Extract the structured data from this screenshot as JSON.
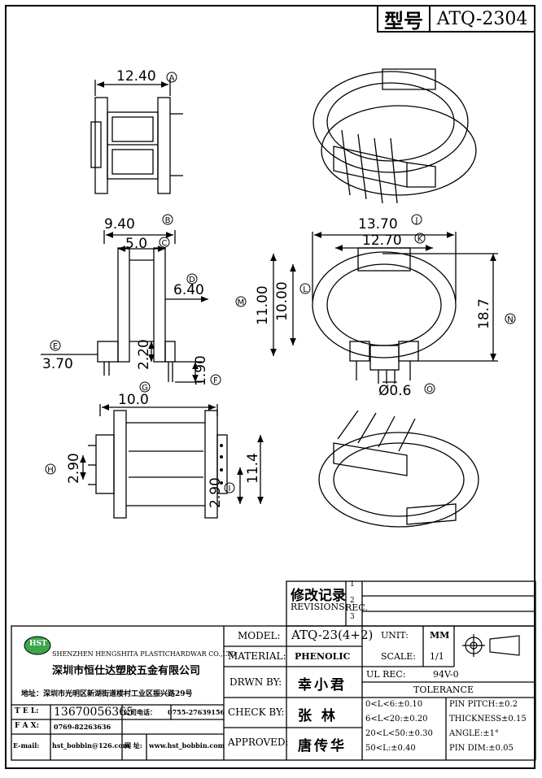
{
  "header": {
    "label": "型号",
    "model": "ATQ-2304"
  },
  "dimensions": [
    {
      "id": "A",
      "value": "12.40"
    },
    {
      "id": "B",
      "value": "9.40"
    },
    {
      "id": "C",
      "value": "5.0"
    },
    {
      "id": "D",
      "value": "6.40"
    },
    {
      "id": "E",
      "value": "3.70"
    },
    {
      "id": "F",
      "value": "1.90"
    },
    {
      "id": "G",
      "value": "10.0"
    },
    {
      "id": "H",
      "value": "2.90"
    },
    {
      "id": "I",
      "value": "2.90"
    },
    {
      "id": "J",
      "value": "13.70"
    },
    {
      "id": "K",
      "value": "12.70"
    },
    {
      "id": "L",
      "value": "10.00"
    },
    {
      "id": "M",
      "value": "11.00"
    },
    {
      "id": "N",
      "value": "18.7"
    },
    {
      "id": "O",
      "value": "Ø0.6"
    },
    {
      "id": "",
      "value": "2.20"
    },
    {
      "id": "",
      "value": "11.4"
    }
  ],
  "revisions": {
    "title": "修改记录",
    "subtitle": "REVISIONS",
    "rec": "REC.",
    "marks": [
      "1",
      "2",
      "3"
    ]
  },
  "company": {
    "logo": "HST",
    "name_en": "SHENZHEN HENGSHITA PLASTICHARDWAR CO.,LTD",
    "name_cn": "深圳市恒仕达塑胶五金有限公司",
    "address": "地址：深圳市光明区新湖街道楼村工业区振兴路29号",
    "tel_label": "T E L:",
    "tel": "13670056365",
    "phone_label": "公司电话：",
    "phone": "0755-27639156",
    "fax_label": "F A X:",
    "fax": "0769-82263636",
    "email_label": "E-mail:",
    "email": "hst_bobbin@126.com",
    "web_label": "网 址:",
    "web": "www.hst_bobbin.com"
  },
  "spec": {
    "model_label": "MODEL:",
    "model": "ATQ-23(4+2)",
    "material_label": "MATERIAL:",
    "material": "PHENOLIC",
    "drwn_label": "DRWN BY:",
    "drwn": "幸小君",
    "check_label": "CHECK BY:",
    "check": "张  林",
    "approved_label": "APPROVED:",
    "approved": "唐传华",
    "unit_label": "UNIT:",
    "unit": "MM",
    "scale_label": "SCALE:",
    "scale": "1/1",
    "ul_label": "UL REC:",
    "ul": "94V-0",
    "tolerance_label": "TOLERANCE",
    "tol": [
      "0<L<6:±0.10",
      "6<L<20:±0.20",
      "20<L<50:±0.30",
      "50<L:±0.40"
    ],
    "tol2": [
      "PIN PITCH:±0.2",
      "THICKNESS±0.15",
      "ANGLE:±1°",
      "PIN DIM:±0.05"
    ]
  }
}
